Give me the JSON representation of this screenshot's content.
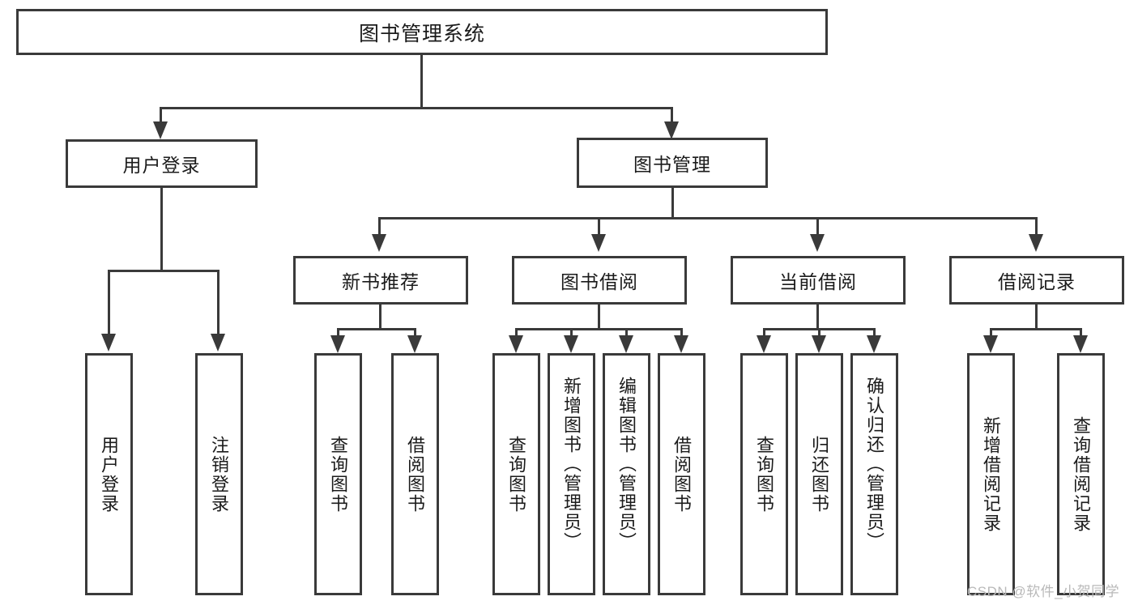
{
  "diagram": {
    "title": "图书管理系统",
    "type": "hierarchy-tree",
    "root": {
      "label": "图书管理系统"
    },
    "level1": [
      {
        "label": "用户登录"
      },
      {
        "label": "图书管理"
      }
    ],
    "level2": [
      {
        "label": "新书推荐"
      },
      {
        "label": "图书借阅"
      },
      {
        "label": "当前借阅"
      },
      {
        "label": "借阅记录"
      }
    ],
    "leaves": {
      "user_login": [
        {
          "label": "用户登录"
        },
        {
          "label": "注销登录"
        }
      ],
      "new_book_recommend": [
        {
          "label": "查询图书"
        },
        {
          "label": "借阅图书"
        }
      ],
      "book_borrow": [
        {
          "label": "查询图书"
        },
        {
          "label": "新增图书（管理员）"
        },
        {
          "label": "编辑图书（管理员）"
        },
        {
          "label": "借阅图书"
        }
      ],
      "current_borrow": [
        {
          "label": "查询图书"
        },
        {
          "label": "归还图书"
        },
        {
          "label": "确认归还（管理员）"
        }
      ],
      "borrow_record": [
        {
          "label": "新增借阅记录"
        },
        {
          "label": "查询借阅记录"
        }
      ]
    }
  },
  "watermark": {
    "text": "CSDN @软件_小贺同学"
  },
  "colors": {
    "stroke": "#3a3a3a",
    "text": "#1b1b1b",
    "background": "#ffffff",
    "watermark": "#b9b9b9"
  }
}
